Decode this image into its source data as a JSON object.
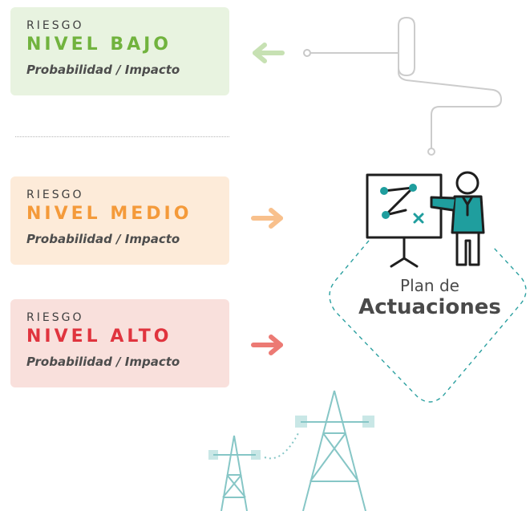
{
  "cards": {
    "low": {
      "eyebrow": "RIESGO",
      "level": "NIVEL BAJO",
      "sub": "Probabilidad / Impacto"
    },
    "mid": {
      "eyebrow": "RIESGO",
      "level": "NIVEL MEDIO",
      "sub": "Probabilidad / Impacto"
    },
    "high": {
      "eyebrow": "RIESGO",
      "level": "NIVEL ALTO",
      "sub": "Probabilidad / Impacto"
    }
  },
  "plan": {
    "line1": "Plan de",
    "line2": "Actuaciones"
  },
  "colors": {
    "green": "#71b33e",
    "orange": "#f49a3a",
    "red": "#e0343e",
    "teal": "#1f9e9e",
    "tower": "#86c6c6",
    "line": "#cccccc"
  },
  "icons": [
    "arrow-left-icon",
    "arrow-right-icon",
    "presenter-whiteboard-icon",
    "power-tower-icon"
  ]
}
